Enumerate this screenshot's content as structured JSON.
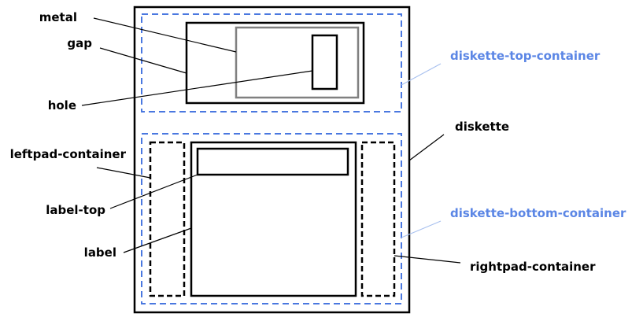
{
  "labels": {
    "metal": "metal",
    "gap": "gap",
    "hole": "hole",
    "leftpad_container": "leftpad-container",
    "label_top": "label-top",
    "label": "label",
    "diskette_top_container": "diskette-top-container",
    "diskette": "diskette",
    "diskette_bottom_container": "diskette-bottom-container",
    "rightpad_container": "rightpad-container"
  },
  "colors": {
    "outline": "#000000",
    "metal_border": "#808080",
    "container_dash": "#4a78e0",
    "container_leader": "#a9c1ef",
    "container_text": "#5b86e5"
  }
}
